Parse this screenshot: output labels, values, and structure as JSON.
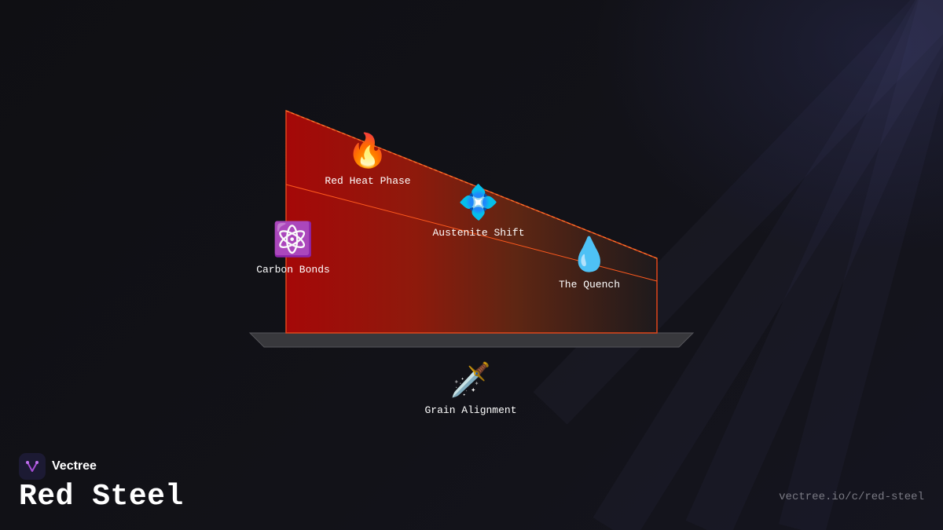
{
  "brand": {
    "name": "Vectree",
    "logo_icon": "vectree-logo-icon",
    "logo_color": "#a64dd6"
  },
  "title": "Red Steel",
  "url": "vectree.io/c/red-steel",
  "colors": {
    "background": "#111116",
    "accent_red": "#a00a0a",
    "accent_orange": "#e34a17",
    "base_gray": "#3a3a3e"
  },
  "nodes": [
    {
      "id": "red-heat-phase",
      "label": "Red Heat Phase",
      "icon": "fire-icon",
      "glyph": "🔥"
    },
    {
      "id": "austenite-shift",
      "label": "Austenite Shift",
      "icon": "diamond-icon",
      "glyph": "💠"
    },
    {
      "id": "the-quench",
      "label": "The Quench",
      "icon": "droplet-icon",
      "glyph": "💧"
    },
    {
      "id": "carbon-bonds",
      "label": "Carbon Bonds",
      "icon": "atom-icon",
      "glyph": "⚛️"
    },
    {
      "id": "grain-alignment",
      "label": "Grain Alignment",
      "icon": "dagger-icon",
      "glyph": "🗡️"
    }
  ]
}
